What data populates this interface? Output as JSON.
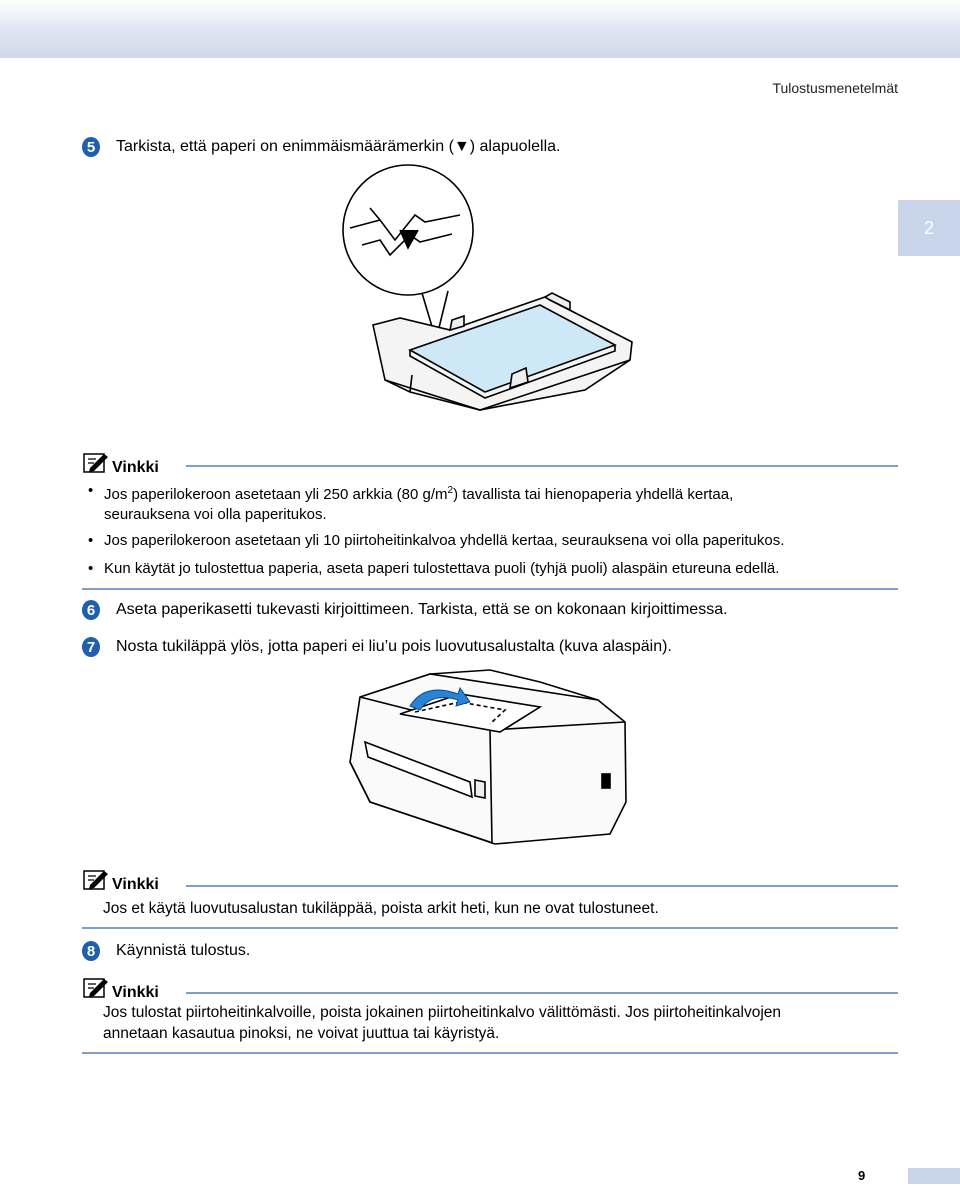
{
  "header": {
    "chapter_title": "Tulostusmenetelmät",
    "chapter_number": "2"
  },
  "steps": [
    {
      "number": "5",
      "text": "Tarkista, että paperi on enimmäismäärämerkin (▼) alapuolella."
    },
    {
      "number": "6",
      "text": "Aseta paperikasetti tukevasti kirjoittimeen. Tarkista, että se on kokonaan kirjoittimessa."
    },
    {
      "number": "7",
      "text": "Nosta tukiläppä ylös, jotta paperi ei liu’u pois luovutusalustalta (kuva alaspäin)."
    },
    {
      "number": "8",
      "text": "Käynnistä tulostus."
    }
  ],
  "notes": [
    {
      "label": "Vinkki",
      "bullets": [
        {
          "line1": "Jos paperilokeroon asetetaan yli 250 arkkia (80 g/m",
          "sup": "2",
          "line1_end": ") tavallista tai hienopaperia yhdellä kertaa,",
          "line2": "seurauksena voi olla paperitukos."
        },
        {
          "text": "Jos paperilokeroon asetetaan yli 10 piirtoheitinkalvoa yhdellä kertaa, seurauksena voi olla paperitukos."
        },
        {
          "text": "Kun käytät jo tulostettua paperia, aseta paperi tulostettava puoli (tyhjä puoli) alaspäin etureuna edellä."
        }
      ]
    },
    {
      "label": "Vinkki",
      "text": "Jos et käytä luovutusalustan tukiläppää, poista arkit heti, kun ne ovat tulostuneet."
    },
    {
      "label": "Vinkki",
      "line1": "Jos tulostat piirtoheitinkalvoille, poista jokainen piirtoheitinkalvo välittömästi. Jos piirtoheitinkalvojen",
      "line2": "annetaan kasautua pinoksi, ne voivat juuttua tai käyristyä."
    }
  ],
  "footer": {
    "page_number": "9"
  },
  "colors": {
    "accent": "#1f5fb0",
    "rule": "#7f9dce",
    "tab": "#c9d5ea",
    "paper": "#cfe8f7"
  },
  "icons": {
    "note": "pencil-note-icon",
    "arrow": "curved-arrow-icon"
  }
}
